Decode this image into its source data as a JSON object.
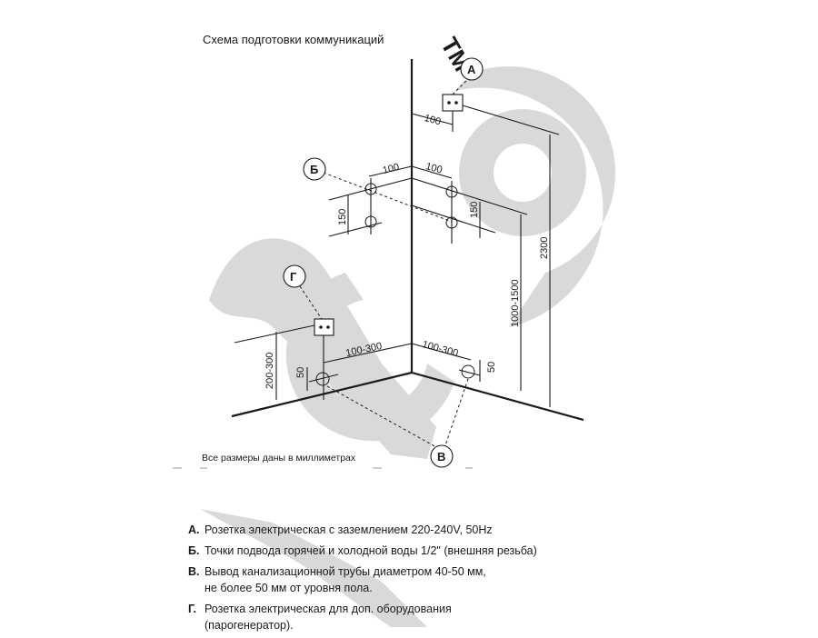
{
  "title": "Схема подготовки коммуникаций",
  "note": "Все размеры даны в миллиметрах",
  "callouts": {
    "a": "А",
    "b": "Б",
    "v": "В",
    "g": "Г"
  },
  "watermark": {
    "tm": "TM"
  },
  "dimensions": {
    "a_offset": "100",
    "b_left_offset": "100",
    "b_right_offset": "100",
    "b_left_spacing": "150",
    "b_right_spacing": "150",
    "a_height": "2300",
    "b_height": "1000-1500",
    "g_height": "200-300",
    "v_left_height": "50",
    "v_right_height": "50",
    "v_left_offset": "100-300",
    "v_right_offset": "100-300"
  },
  "legend": [
    {
      "letter": "А.",
      "text": "Розетка электрическая с заземлением 220-240V, 50Hz"
    },
    {
      "letter": "Б.",
      "text": "Точки подвода горячей и холодной воды 1/2\" (внешняя резьба)"
    },
    {
      "letter": "В.",
      "text": "Вывод  канализационной трубы диаметром 40-50 мм,\nне более 50 мм от уровня пола."
    },
    {
      "letter": "Г.",
      "text": "Розетка электрическая для доп. оборудования\n(парогенератор)."
    }
  ],
  "colors": {
    "ink": "#1a1a1a",
    "watermark": "#d9d9d9"
  }
}
